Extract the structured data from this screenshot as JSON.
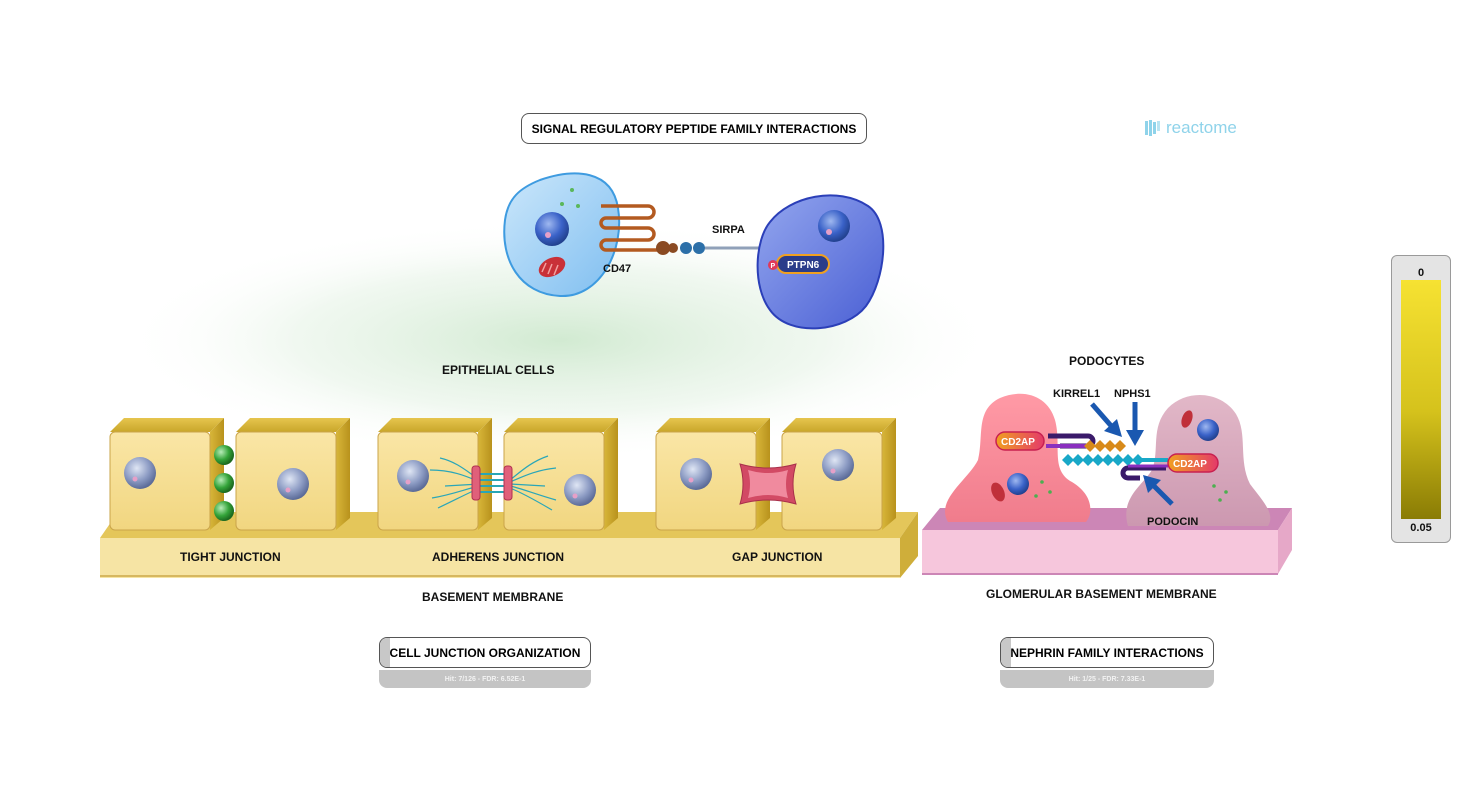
{
  "pathways": {
    "sirp": {
      "title": "SIGNAL REGULATORY PEPTIDE FAMILY INTERACTIONS"
    },
    "cell_junction": {
      "title": "CELL JUNCTION ORGANIZATION",
      "stat": "Hit: 7/126 - FDR: 6.52E-1"
    },
    "nephrin": {
      "title": "NEPHRIN FAMILY INTERACTIONS",
      "stat": "Hit: 1/25 - FDR: 7.33E-1"
    }
  },
  "labels": {
    "cd47": "CD47",
    "sirpa": "SIRPA",
    "ptpn6": "PTPN6",
    "phospho": "P",
    "epithelial_cells": "EPITHELIAL CELLS",
    "tight_junction": "TIGHT JUNCTION",
    "adherens_junction": "ADHERENS JUNCTION",
    "gap_junction": "GAP JUNCTION",
    "basement_membrane": "BASEMENT MEMBRANE",
    "podocytes": "PODOCYTES",
    "kirrel1": "KIRREL1",
    "nphs1": "NPHS1",
    "podocin": "PODOCIN",
    "cd2ap_left": "CD2AP",
    "cd2ap_right": "CD2AP",
    "glomerular_basement_membrane": "GLOMERULAR BASEMENT MEMBRANE"
  },
  "brand": {
    "name": "reactome",
    "icon": "reactome-logo-icon",
    "color": "#8fd3ea"
  },
  "legend": {
    "top": "0",
    "bottom": "0.05",
    "colors": [
      "#f6e232",
      "#8a7c05"
    ]
  }
}
